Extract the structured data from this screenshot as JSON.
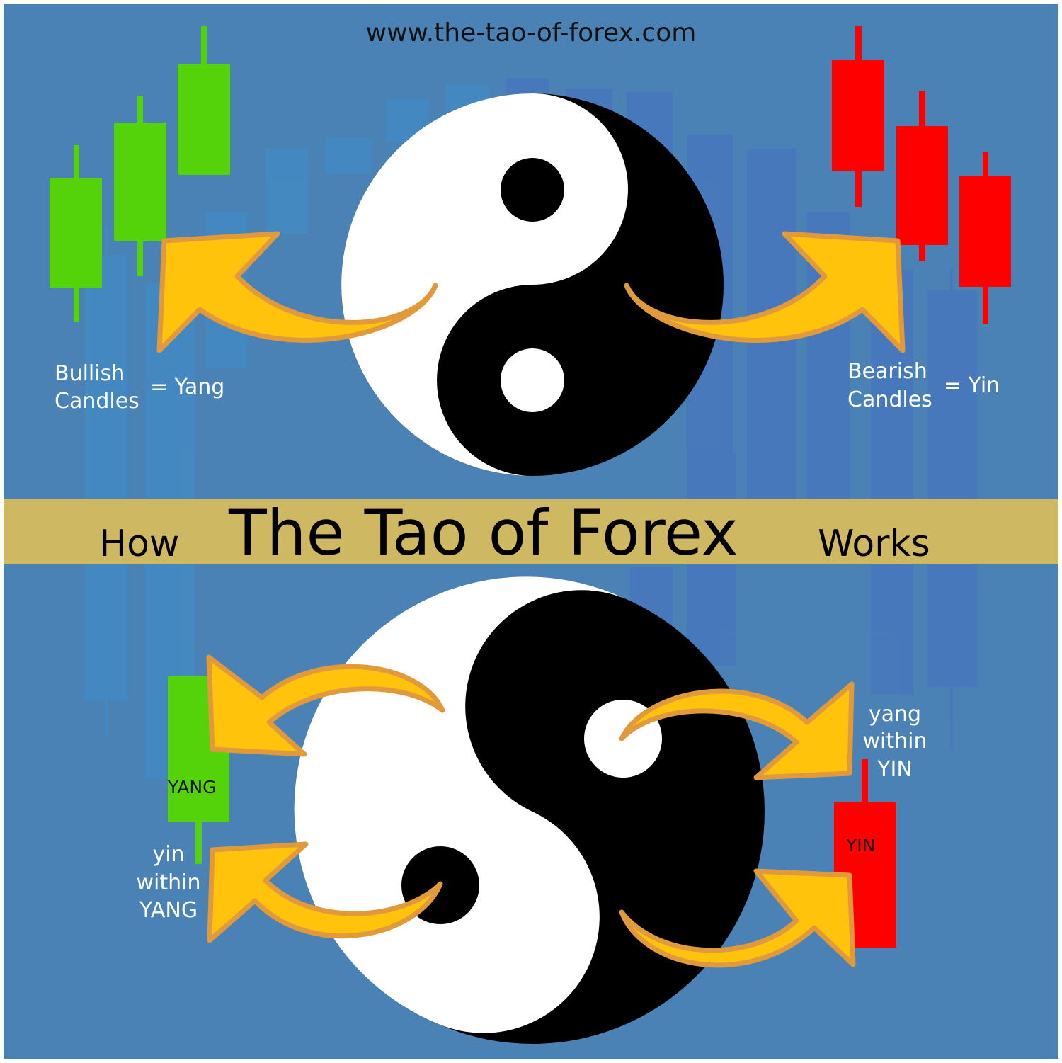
{
  "site_url": "www.the-tao-of-forex.com",
  "banner": {
    "prefix": "How",
    "title": "The Tao of Forex",
    "suffix": "Works"
  },
  "top": {
    "left_label": {
      "line1": "Bullish",
      "line2": "Candles",
      "equals": "= Yang"
    },
    "right_label": {
      "line1": "Bearish",
      "line2": "Candles",
      "equals": "= Yin"
    }
  },
  "bottom": {
    "yang_candle_label": "YANG",
    "yin_candle_label": "YIN",
    "left_label": {
      "line1": "yin",
      "line2": "within",
      "line3": "YANG"
    },
    "right_label": {
      "line1": "yang",
      "line2": "within",
      "line3": "YIN"
    }
  },
  "colors": {
    "background": "#4a82b6",
    "banner": "#cfb862",
    "bullish": "#55d30a",
    "bearish": "#ff0000",
    "arrow_fill": "#ffc30b",
    "arrow_stroke": "#e09a3c",
    "yin": "#000000",
    "yang": "#ffffff"
  }
}
